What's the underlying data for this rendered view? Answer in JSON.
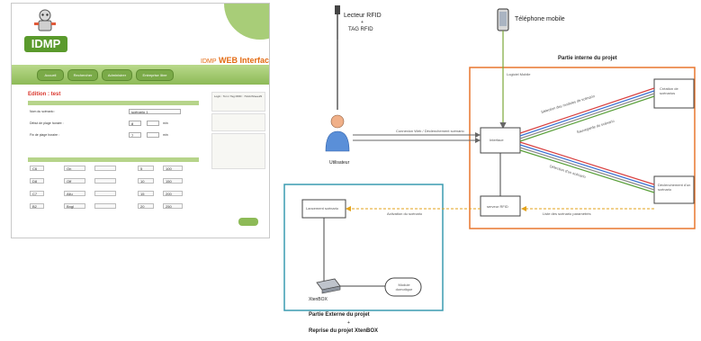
{
  "webui": {
    "logo_text": "IDMP",
    "title_prefix": "IDMP",
    "title": "WEB Interface",
    "nav": [
      "Accueil",
      "Rechercher",
      "Administrer",
      "Entreprise libre"
    ],
    "edition_title": "Edition : test",
    "form_rows": [
      {
        "label": "Nom du scénario :",
        "value": "scénario 1"
      },
      {
        "label": "Début de plage horaire :",
        "value": "8",
        "unit": "min"
      },
      {
        "label": "Fin de plage horaire :",
        "value": "7",
        "unit": "min"
      }
    ],
    "table_rows": [
      [
        "C6",
        "On",
        "",
        "5",
        "100"
      ],
      [
        "D8",
        "Off",
        "",
        "10",
        "150"
      ],
      [
        "C7",
        "Allu",
        "",
        "15",
        "200"
      ],
      [
        "B2",
        "Bngl",
        "",
        "20",
        "250"
      ]
    ],
    "side_text": "Login : Tom / Tag RFID : 7AAA ff2eee29"
  },
  "diagram": {
    "rfid_reader": "Lecteur RFID",
    "rfid_plus": "+",
    "rfid_tag": "TAG RFID",
    "mobile": "Téléphone mobile",
    "internal_title": "Partie interne du projet",
    "user": "Utilisateur",
    "external_title": "Partie Externe du projet",
    "external_plus": "+",
    "external_sub": "Reprise du projet XtenBOX",
    "xtenbox": "XtenBOX",
    "interface": "Interface",
    "server_rfid": "serveur RFID",
    "box_top_right": "Création de scénarios",
    "box_bottom_right": "Déclenchement d'un scénario",
    "box_left": "Lancement scénario",
    "box_device": "Module domotique",
    "edge_app": "Logiciel Mobile",
    "edge_user": "Connexion Web / Déclenchement scénario",
    "edge_select": "Sélection des modules de scénario",
    "edge_save": "Sauvegarde du scénario",
    "edge_detect": "Détection d'un scénario",
    "edge_activate": "Activation du scénario",
    "edge_link": "Liste des scénario paramétrés"
  },
  "colors": {
    "internal_border": "#e8772e",
    "external_border": "#3a9bb0",
    "web_green": "#8dba57",
    "web_title": "#e36a12"
  }
}
